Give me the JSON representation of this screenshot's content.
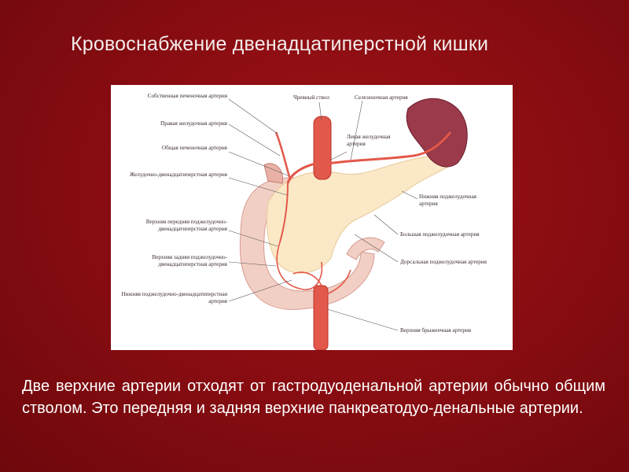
{
  "slide": {
    "title": "Кровоснабжение двенадцатиперстной кишки",
    "body": "Две верхние артерии отходят от гастродуоденальной артерии обычно общим стволом. Это передняя и задняя верхние панкреатодуо-денальные артерии."
  },
  "figure": {
    "labels": {
      "hepatic_proper": "Собственная печеночная артерия",
      "gastric_right": "Правая желудочная артерия",
      "hepatic_common": "Общая печеночная артерия",
      "gastroduodenal": "Желудочно-двенадцатиперстная артерия",
      "celiac_trunk": "Чревный ствол",
      "splenic": "Селезеночная артерия",
      "gastric_left": "Левая желудочная артерия",
      "sup_ant_pd": "Верхняя передняя поджелудочно-двенадцатиперстная артерия",
      "sup_post_pd": "Верхняя задняя поджелудочно-двенадцатиперстная артерия",
      "inf_pd": "Нижняя поджелудочно-двенадцатиперстная артерия",
      "inf_pancreatic": "Нижняя поджелудочная артерия",
      "great_pancreatic": "Большая поджелудочная артерия",
      "dorsal_pancreatic": "Дорсальная поджелудочная артерия",
      "sup_mesenteric": "Верхняя брыжеечная артерия"
    }
  },
  "colors": {
    "background": "#8a0d12",
    "artery": "#e2584a",
    "pancreas": "#fbe8c6",
    "duodenum": "#f2cfc4",
    "spleen": "#9a3a4a"
  }
}
